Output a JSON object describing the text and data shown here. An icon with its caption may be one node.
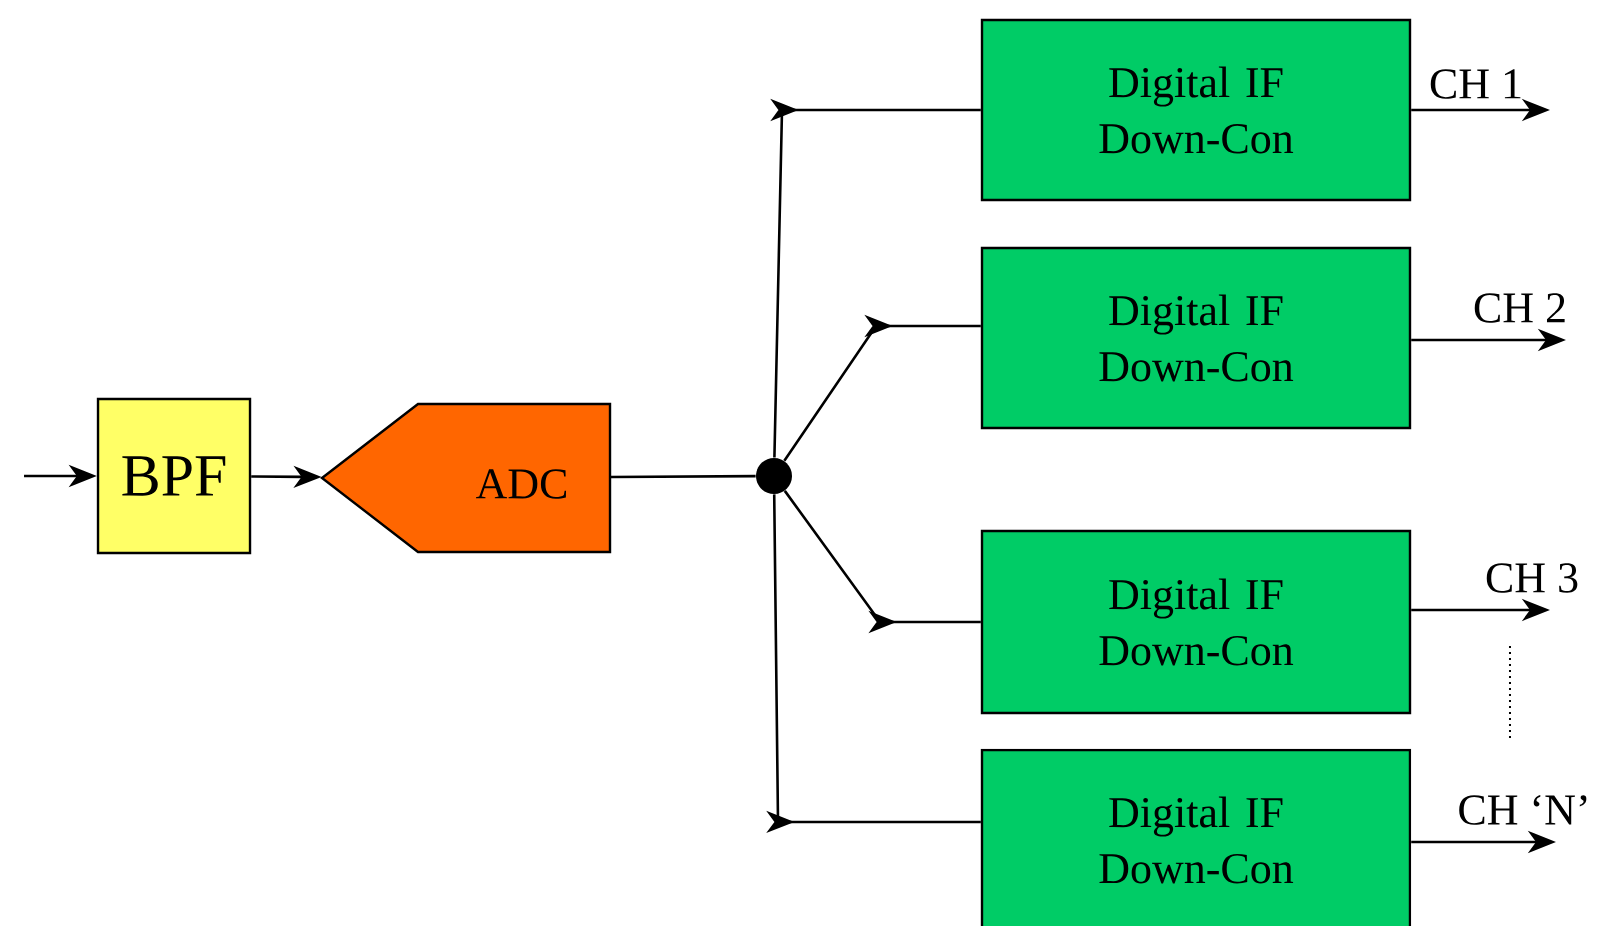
{
  "diagram": {
    "nodes": [
      {
        "text": [
          "BPF"
        ]
      },
      {
        "text": [
          "ADC"
        ]
      },
      {
        "text": [],
        "shape": "circle"
      },
      {
        "text": [
          "Digital IF Down-Con"
        ]
      },
      {
        "text": [
          "Digital IF Down-Con"
        ]
      },
      {
        "text": [
          "Digital IF Down-Con"
        ]
      },
      {
        "text": [
          "Digital IF Down-Con"
        ]
      }
    ],
    "edges": [
      {
        "from": null,
        "to": 0,
        "arrow": "to"
      },
      {
        "from": 0,
        "to": 1,
        "arrow": "to"
      },
      {
        "from": 1,
        "to": 2,
        "arrow": "none"
      },
      {
        "from": 2,
        "to": 3,
        "arrow": "to"
      },
      {
        "from": 2,
        "to": 4,
        "arrow": "to"
      },
      {
        "from": 2,
        "to": 5,
        "arrow": "to"
      },
      {
        "from": 2,
        "to": 6,
        "arrow": "to"
      },
      {
        "from": 3,
        "to": null,
        "arrow": "to",
        "label": "CH 1"
      },
      {
        "from": 4,
        "to": null,
        "arrow": "to",
        "label": "CH 2"
      },
      {
        "from": 5,
        "to": null,
        "arrow": "to",
        "label": "CH 3"
      },
      {
        "from": 6,
        "to": null,
        "arrow": "to",
        "label": "CH ‘N’"
      }
    ]
  }
}
